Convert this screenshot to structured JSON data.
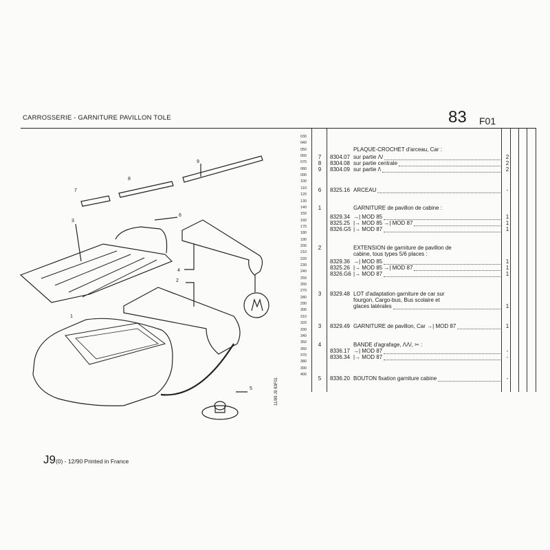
{
  "header": {
    "section": "CARROSSERIE",
    "subtitle": "GARNITURE PAVILLON TOLE",
    "page_number": "83",
    "code": "F01"
  },
  "line_codes": [
    "030",
    "040",
    "050",
    "060",
    "070",
    "080",
    "090",
    "100",
    "110",
    "120",
    "130",
    "140",
    "150",
    "160",
    "170",
    "180",
    "190",
    "200",
    "210",
    "220",
    "230",
    "240",
    "250",
    "260",
    "270",
    "280",
    "290",
    "300",
    "310",
    "320",
    "330",
    "340",
    "350",
    "360",
    "370",
    "380",
    "390",
    "400"
  ],
  "rows": [
    {
      "qty": "",
      "ref": "",
      "desc": "PLAQUE-CROCHET d'arceau, Car :",
      "val": ""
    },
    {
      "qty": "7",
      "ref": "8304.07",
      "desc": "sur partie Λ/",
      "val": "2"
    },
    {
      "qty": "8",
      "ref": "8304.08",
      "desc": "sur partie centrale",
      "val": "2"
    },
    {
      "qty": "9",
      "ref": "8304.09",
      "desc": "sur partie /\\",
      "val": "2"
    },
    {
      "qty": "6",
      "ref": "8325.16",
      "desc": "ARCEAU",
      "val": "-"
    },
    {
      "qty": "1",
      "ref": "",
      "desc": "GARNITURE de pavillon de cabine :",
      "val": ""
    },
    {
      "qty": "",
      "ref": "8329.34",
      "desc": "→| MOD 85",
      "val": "1"
    },
    {
      "qty": "",
      "ref": "8325.25",
      "desc": "|→ MOD 85 →| MOD 87",
      "val": "1"
    },
    {
      "qty": "",
      "ref": "8326.G5",
      "desc": "|→ MOD 87",
      "val": "1"
    },
    {
      "qty": "2",
      "ref": "",
      "desc": "EXTENSION de garniture de pavillon de",
      "val": ""
    },
    {
      "qty": "",
      "ref": "",
      "desc": "cabine, tous types 5/6 places :",
      "val": ""
    },
    {
      "qty": "",
      "ref": "8329.36",
      "desc": "→| MOD 85",
      "val": "1"
    },
    {
      "qty": "",
      "ref": "8325.26",
      "desc": "|→ MOD 85 →| MOD 87",
      "val": "1"
    },
    {
      "qty": "",
      "ref": "8326.G6",
      "desc": "|→ MOD 87",
      "val": "1"
    },
    {
      "qty": "3",
      "ref": "8329.48",
      "desc": "LOT d'adaptation garniture de car sur",
      "val": ""
    },
    {
      "qty": "",
      "ref": "",
      "desc": "fourgon, Cargo-bus, Bus scolaire et",
      "val": ""
    },
    {
      "qty": "",
      "ref": "",
      "desc": "glaces latérales",
      "val": "1"
    },
    {
      "qty": "3",
      "ref": "8329.49",
      "desc": "GARNITURE de pavillon, Car →| MOD 87",
      "val": "1"
    },
    {
      "qty": "4",
      "ref": "",
      "desc": "BANDE d'agrafage, ΛΛ/, ✂ :",
      "val": ""
    },
    {
      "qty": "",
      "ref": "8336.17",
      "desc": "→| MOD 87",
      "val": "-"
    },
    {
      "qty": "",
      "ref": "8336.34",
      "desc": "|→ MOD 87",
      "val": "-"
    },
    {
      "qty": "5",
      "ref": "8336.20",
      "desc": "BOUTON fixation garniture cabine",
      "val": "-"
    }
  ],
  "callouts": [
    "1",
    "2",
    "3",
    "4",
    "5",
    "6",
    "7",
    "8",
    "9"
  ],
  "vertical_code": "11/89  J9  83F01",
  "footer": {
    "main": "J9",
    "small": "(0) - 12/90 Printed in France"
  }
}
